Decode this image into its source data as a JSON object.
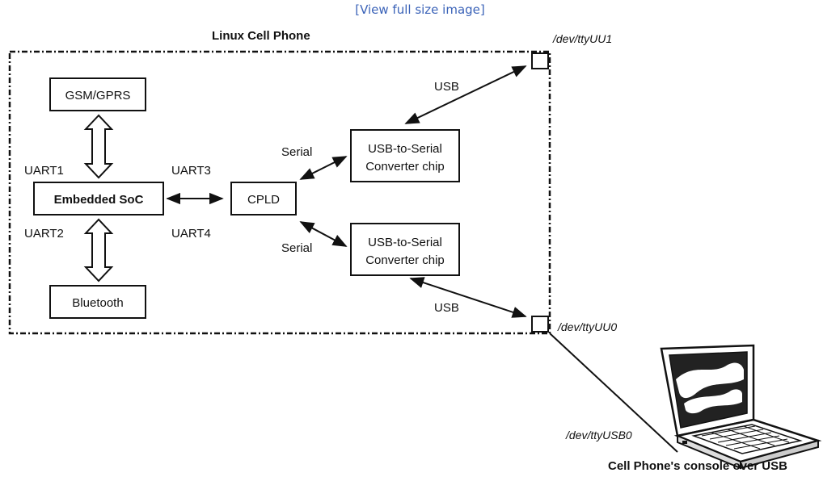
{
  "view_link": "[View full size image]",
  "diagram": {
    "title": "Linux Cell Phone",
    "blocks": {
      "gsm": "GSM/GPRS",
      "soc": "Embedded SoC",
      "bluetooth": "Bluetooth",
      "cpld": "CPLD",
      "usb_serial_top_line1": "USB-to-Serial",
      "usb_serial_top_line2": "Converter chip",
      "usb_serial_bottom_line1": "USB-to-Serial",
      "usb_serial_bottom_line2": "Converter chip"
    },
    "labels": {
      "uart1": "UART1",
      "uart2": "UART2",
      "uart3": "UART3",
      "uart4": "UART4",
      "serial_top": "Serial",
      "serial_bottom": "Serial",
      "usb_top": "USB",
      "usb_bottom": "USB"
    },
    "ports": {
      "tty_uu1": "/dev/ttyUU1",
      "tty_uu0": "/dev/ttyUU0",
      "tty_usb0": "/dev/ttyUSB0"
    },
    "caption": "Cell Phone's console over USB"
  }
}
